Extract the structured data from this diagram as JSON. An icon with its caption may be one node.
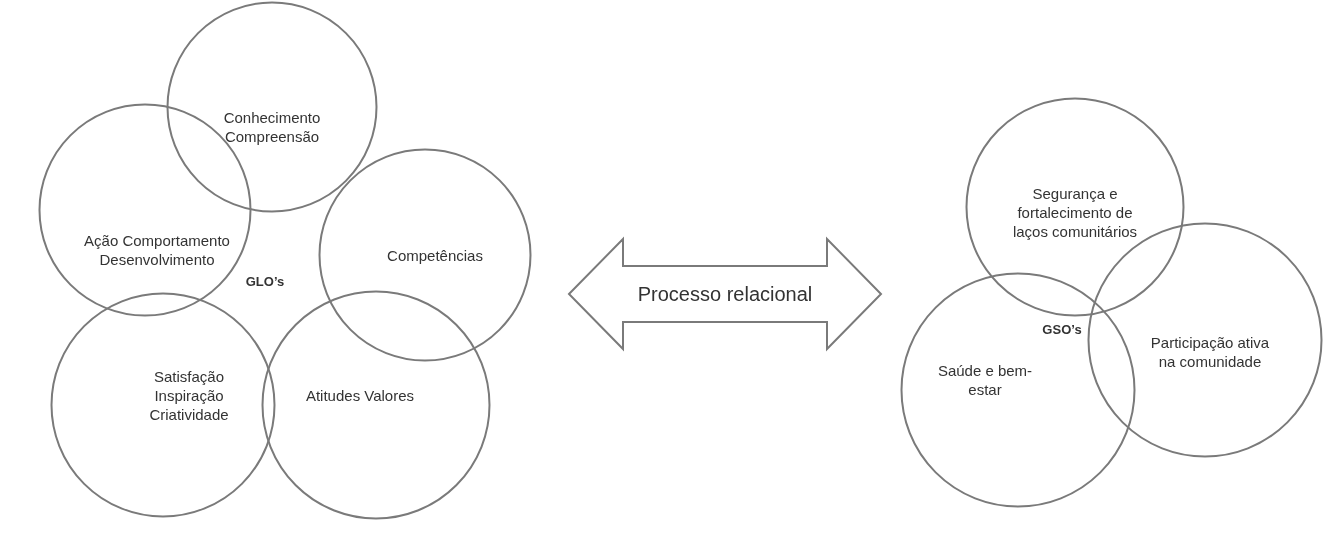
{
  "diagram": {
    "nodes": [
      {
        "text": [
          "Conhecimento Compreensão"
        ]
      },
      {
        "text": [
          "Ação Comportamento Desenvolvimento"
        ]
      },
      {
        "text": [
          "Competências"
        ]
      },
      {
        "text": [
          "Satisfação Inspiração Criatividade"
        ]
      },
      {
        "text": [
          "Atitudes Valores"
        ]
      },
      {
        "text": [
          "Processo relacional"
        ]
      },
      {
        "text": [
          "Segurança e fortalecimento de laços comunitários"
        ]
      },
      {
        "text": [
          "Saúde e bem-estar"
        ]
      },
      {
        "text": [
          "Participação ativa na comunidade"
        ]
      }
    ],
    "edges": [],
    "labels": [
      "GLO’s",
      "GSO’s"
    ]
  }
}
